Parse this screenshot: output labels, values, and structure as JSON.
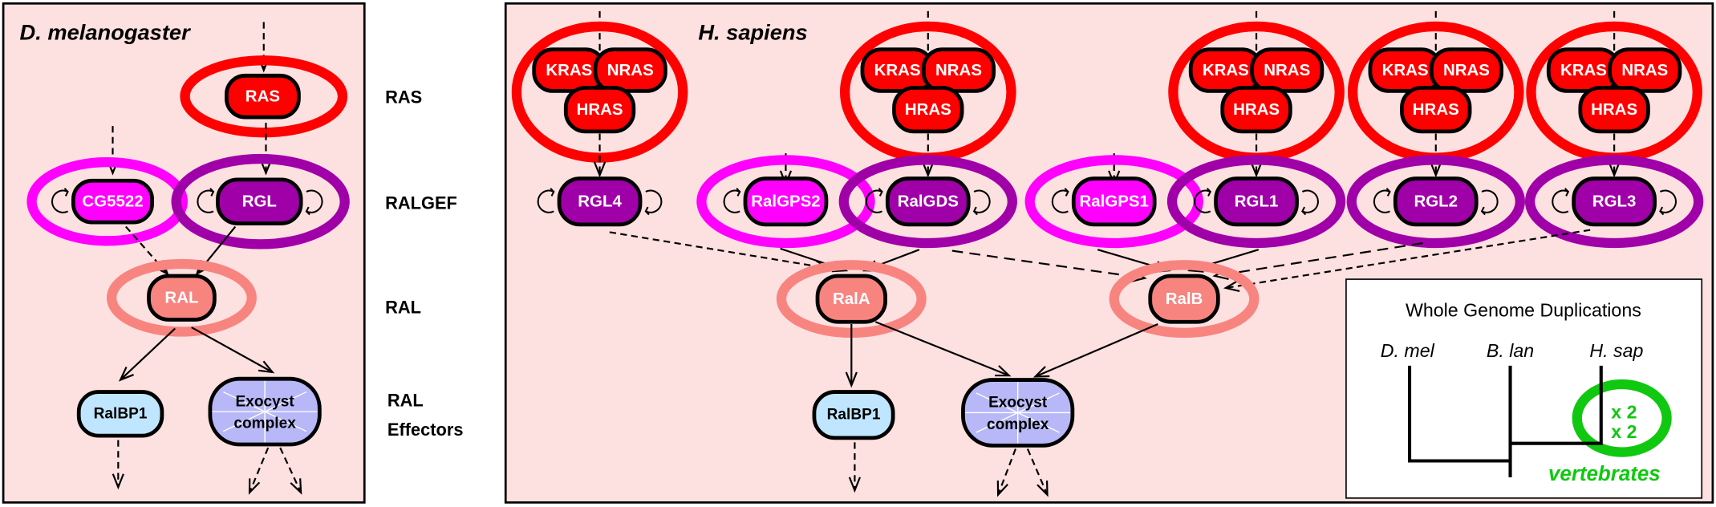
{
  "colors": {
    "panel_bg": "#fde0e0",
    "ras": "#ff0000",
    "ralgps": "#ff00ff",
    "rgl": "#a000a8",
    "ral": "#f88480",
    "ralbp1": "#c0e6ff",
    "exocyst": "#b8b8f8",
    "wgd": "#10c810"
  },
  "row_labels": {
    "ras": "RAS",
    "ralgef": "RALGEF",
    "ral": "RAL",
    "effectors_line1": "RAL",
    "effectors_line2": "Effectors"
  },
  "drosophila": {
    "title": "D. melanogaster",
    "ras": "RAS",
    "ralgefs": [
      "CG5522",
      "RGL"
    ],
    "ral": "RAL",
    "ralbp1": "RalBP1",
    "exocyst": [
      "Exocyst",
      "complex"
    ]
  },
  "human": {
    "title": "H. sapiens",
    "ras_cluster": [
      "KRAS",
      "NRAS",
      "HRAS"
    ],
    "ralgefs": [
      "RGL4",
      "RalGPS2",
      "RalGDS",
      "RalGPS1",
      "RGL1",
      "RGL2",
      "RGL3"
    ],
    "rals": [
      "RalA",
      "RalB"
    ],
    "ralbp1": "RalBP1",
    "exocyst": [
      "Exocyst",
      "complex"
    ]
  },
  "wgd": {
    "title": "Whole Genome Duplications",
    "species": [
      "D. mel",
      "B. lan",
      "H. sap"
    ],
    "duplications": [
      "x 2",
      "x 2"
    ],
    "clade": "vertebrates"
  }
}
